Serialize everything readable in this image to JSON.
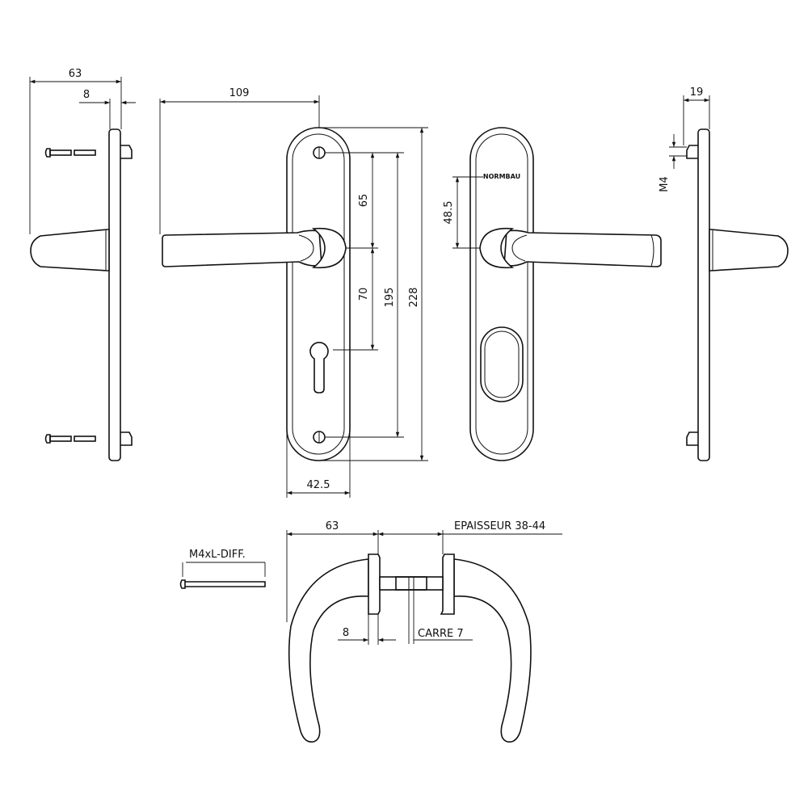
{
  "diagram": {
    "dimensions": {
      "side_left_width": "63",
      "side_left_offset": "8",
      "handle_projection": "109",
      "plate_width": "42.5",
      "screw_to_spindle": "65",
      "spindle_to_cylinder": "70",
      "screw_spacing": "195",
      "plate_height": "228",
      "logo_to_spindle": "48.5",
      "side_right_offset": "19",
      "screw_thread": "M4",
      "handle_width_bottom": "63",
      "spindle_offset": "8"
    },
    "labels": {
      "door_thickness": "EPAISSEUR 38-44",
      "square_spindle": "CARRE 7",
      "screw_spec": "M4xL-DIFF.",
      "brand": "NORMBAU"
    }
  }
}
